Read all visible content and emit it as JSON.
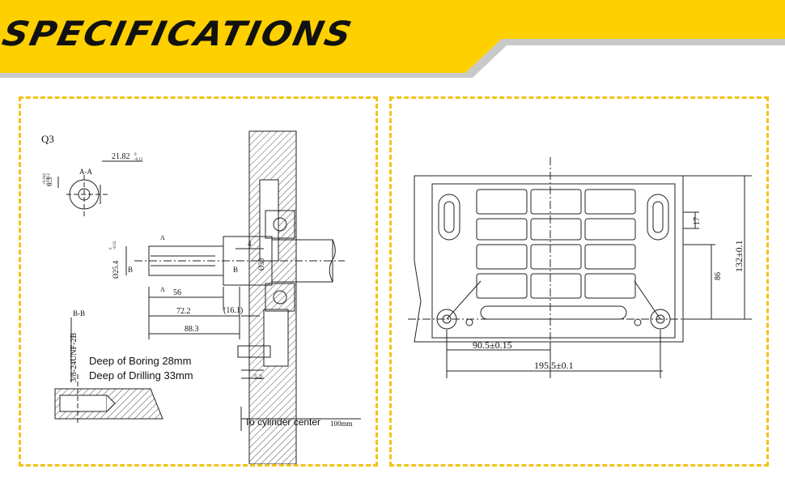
{
  "header": {
    "title": "SPECIFICATIONS",
    "colors": {
      "accent": "#ffd000",
      "text": "#111111",
      "shadow": "#c9c9c9",
      "border": "#f2c318"
    }
  },
  "left_panel": {
    "view_label": "Q3",
    "section_aa": "A-A",
    "section_bb": "B-B",
    "key_width": "6.3",
    "key_width_tol_upper": "+0.042",
    "key_width_tol_lower": "+0.012",
    "key_depth": "21.82",
    "key_depth_tol_upper": "0",
    "key_depth_tol_lower": "-0.13",
    "shaft_dia": "Ø25.4",
    "shaft_dia_tol_upper": "0",
    "shaft_dia_tol_lower": "-0.02",
    "marker_a": "A",
    "marker_b": "B",
    "dim_4": "4",
    "dim_30": "Ø30",
    "dim_56": "56",
    "dim_72": "72.2",
    "dim_16": "(16.1)",
    "dim_88": "88.3",
    "thread": "3/8-24UNF-2B",
    "boring": "Deep of Boring 28mm",
    "drilling": "Deep of Drilling 33mm",
    "dim_5": "5.2",
    "cylinder_center": "To cylinder center",
    "cylinder_value": "100mm"
  },
  "right_panel": {
    "dim_17": "17",
    "dim_86": "86",
    "dim_132": "132±0.1",
    "dim_90": "90.5±0.15",
    "dim_195": "195.5±0.1"
  }
}
